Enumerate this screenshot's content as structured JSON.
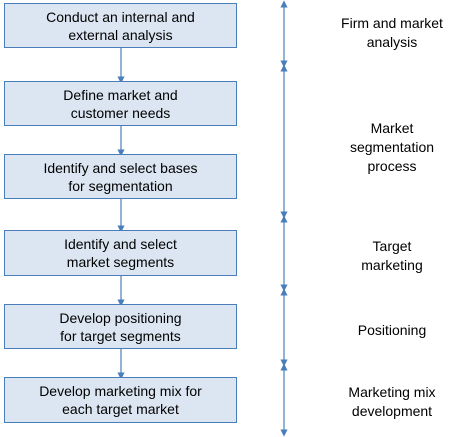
{
  "colors": {
    "box_fill": "#dce6f2",
    "box_border": "#4a7ebb",
    "arrow": "#4a7ebb",
    "text": "#000000"
  },
  "steps": [
    {
      "text": "Conduct an internal and\nexternal analysis"
    },
    {
      "text": "Define market and\ncustomer needs"
    },
    {
      "text": "Identify and select bases\nfor segmentation"
    },
    {
      "text": "Identify and select\nmarket segments"
    },
    {
      "text": "Develop positioning\nfor target segments"
    },
    {
      "text": "Develop marketing mix for\neach target market"
    }
  ],
  "stages": [
    {
      "text": "Firm and market\nanalysis"
    },
    {
      "text": "Market\nsegmentation\nprocess"
    },
    {
      "text": "Target\nmarketing"
    },
    {
      "text": "Positioning"
    },
    {
      "text": "Marketing mix\ndevelopment"
    }
  ]
}
